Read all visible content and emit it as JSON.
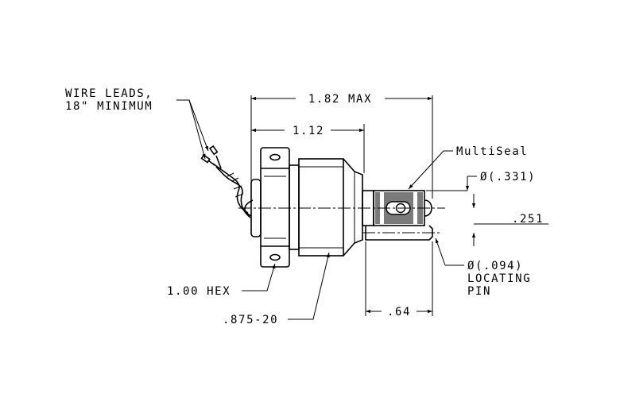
{
  "labels": {
    "wire_leads_line1": "WIRE LEADS,",
    "wire_leads_line2": "18\" MINIMUM",
    "overall_length": "1.82 MAX",
    "body_length": "1.12",
    "multiseal": "MultiSeal",
    "connector_diameter": "Ø(.331)",
    "pin_offset": ".251",
    "pin_diameter": "Ø(.094)",
    "locating_line1": "LOCATING",
    "locating_line2": "PIN",
    "hex_size": "1.00 HEX",
    "thread": ".875-20",
    "pin_length": ".64"
  }
}
